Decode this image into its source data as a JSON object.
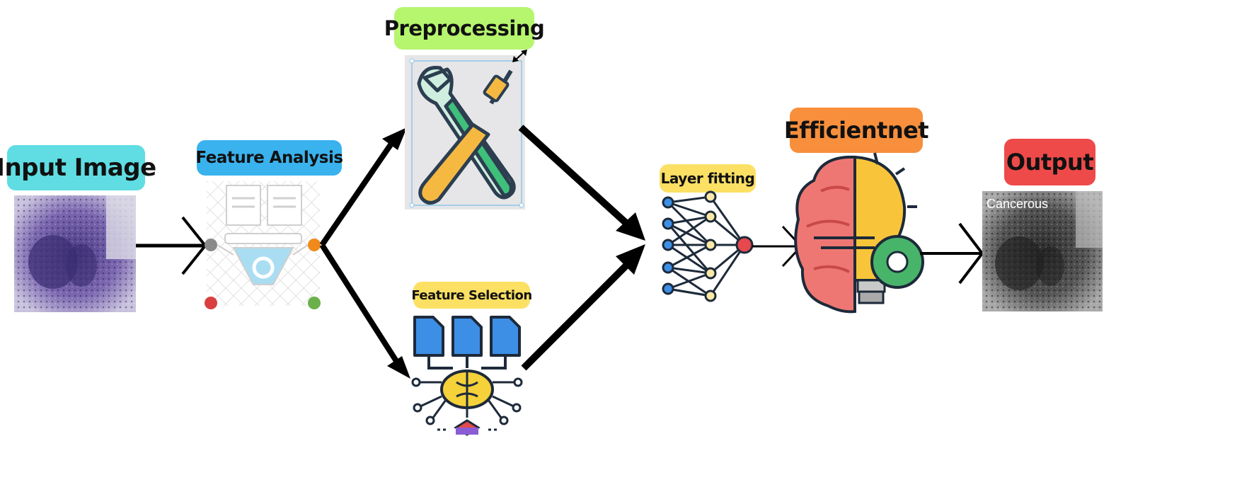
{
  "labels": {
    "input_image": "Input Image",
    "feature_analysis": "Feature Analysis",
    "preprocessing": "Preprocessing",
    "feature_selection": "Feature Selection",
    "layer_fitting": "Layer fitting",
    "efficientnet": "Efficientnet",
    "output": "Output"
  },
  "output_caption": "Cancerous",
  "colors": {
    "input_image": "#5fdde3",
    "feature_analysis": "#3ab2ee",
    "preprocessing": "#b6f56e",
    "feature_selection": "#fbe064",
    "layer_fitting": "#fbe064",
    "efficientnet": "#f78f3c",
    "output": "#ee4a4a",
    "arrow": "#000000"
  },
  "icons": {
    "input": "histology-image",
    "feature_analysis": "funnel-gear-icon",
    "preprocessing": "wrench-screwdriver-icon",
    "feature_selection": "documents-brain-icon",
    "layer_fitting": "neural-network-icon",
    "efficientnet": "brain-lightbulb-gear-icon",
    "output": "grayscale-histology-image"
  }
}
